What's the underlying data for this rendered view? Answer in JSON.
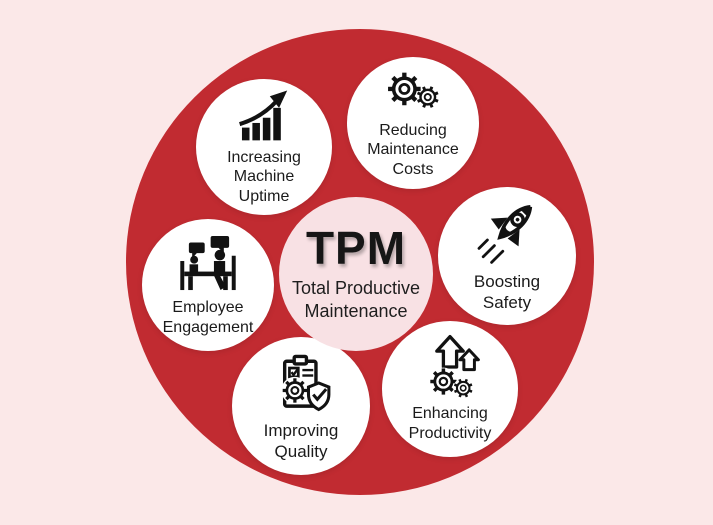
{
  "diagram": {
    "center": {
      "acronym": "TPM",
      "subtitle": "Total Productive Maintenance"
    },
    "nodes": [
      {
        "label": "Increasing Machine Uptime",
        "icon": "growth-chart-icon"
      },
      {
        "label": "Reducing Maintenance Costs",
        "icon": "gears-icon"
      },
      {
        "label": "Boosting Safety",
        "icon": "rocket-icon"
      },
      {
        "label": "Enhancing Productivity",
        "icon": "productivity-gears-arrows-icon"
      },
      {
        "label": "Improving Quality",
        "icon": "quality-clipboard-shield-icon"
      },
      {
        "label": "Employee Engagement",
        "icon": "team-discussion-icon"
      }
    ],
    "colors": {
      "ring": "#C12B31",
      "background": "#FBE8E8",
      "node": "#FFFFFF",
      "center": "#F8E1E4",
      "text": "#1B1B1B"
    }
  }
}
